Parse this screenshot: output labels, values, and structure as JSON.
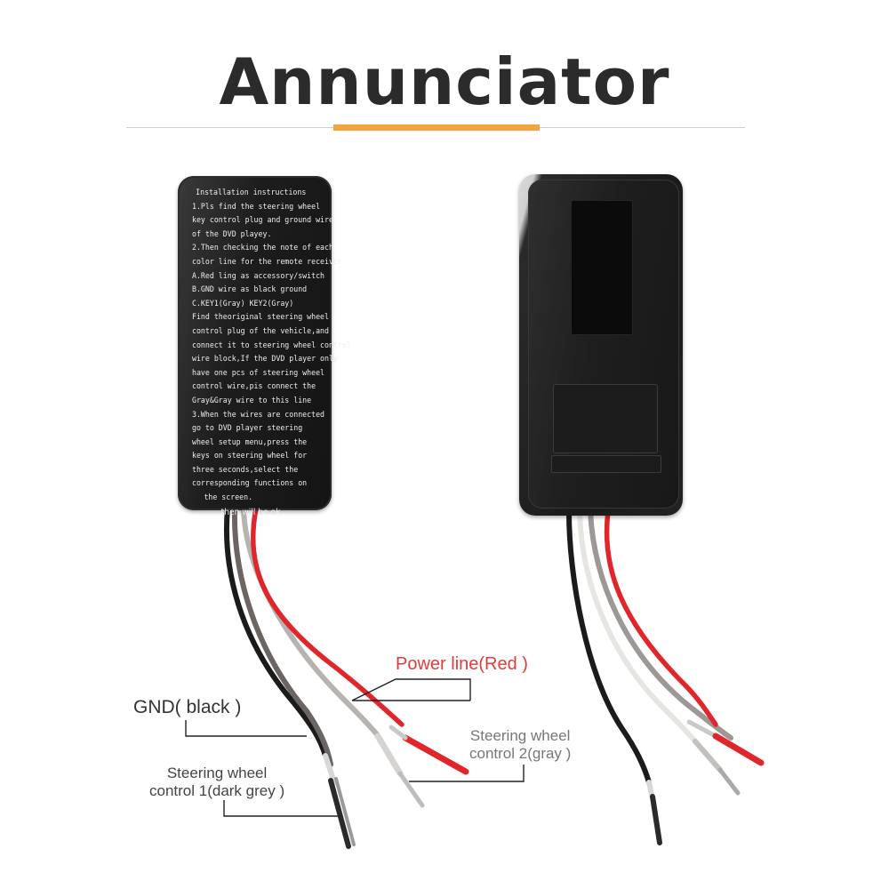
{
  "title": "Annunciator",
  "colors": {
    "accent_bar": "#f3a43a",
    "title_text": "#2b2b2b",
    "power_label": "#e23b3b",
    "wire_red": "#e0262a",
    "wire_black": "#1b1b1b",
    "wire_gray": "#b7b3b0",
    "wire_dark_grey": "#6b6663"
  },
  "instructions": [
    "Installation instructions",
    "1.Pls find the steering wheel",
    "key control plug and ground wire",
    "of the DVD playey.",
    "2.Then checking the note of each",
    "color line for the remote receiver",
    "A.Red ling as accessory/switch",
    "B.GND wire as black ground",
    "C.KEY1(Gray) KEY2(Gray)",
    "Find theoriginal steering wheel",
    "control plug of the vehicle,and",
    "connect it to steering wheel control",
    "wire block,If the DVD player only",
    "have one pcs of steering wheel",
    "control wire,pis connect the",
    "Gray&Gray wire to this line",
    "3.When the wires are connected",
    "go to DVD player steering",
    "wheel setup menu,press the",
    "keys on steering wheel for",
    "three seconds,select the",
    "corresponding functions on",
    "the screen.",
    "then will be ok."
  ],
  "labels": {
    "power": "Power line(Red )",
    "gnd": "GND( black )",
    "sw2_line1": "Steering wheel",
    "sw2_line2": "control 2(gray  )",
    "sw1_line1": "Steering wheel",
    "sw1_line2": "control 1(dark grey )"
  }
}
